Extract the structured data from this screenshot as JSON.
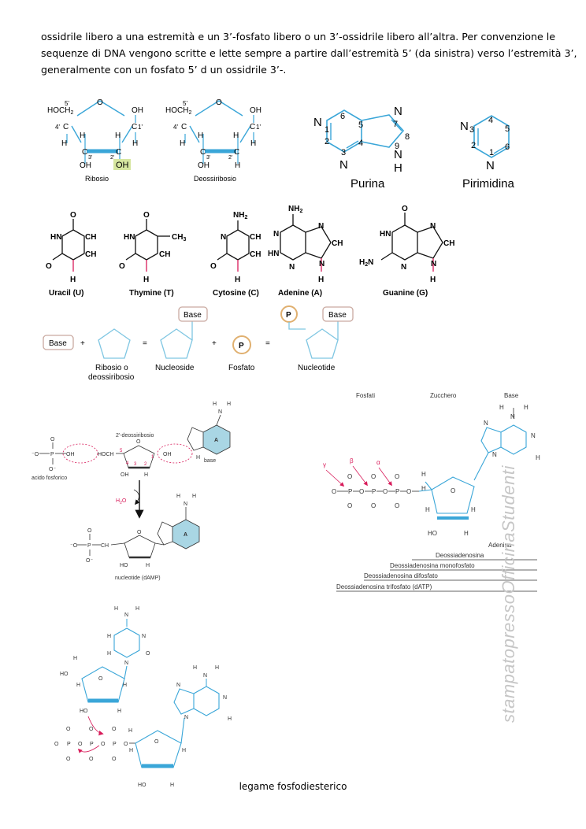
{
  "paragraph": {
    "lines": [
      "ossidrile libero a una estremità e un 3’-fosfato libero o un 3’-ossidrile libero all’altra. Per convenzione le",
      "sequenze di DNA vengono scritte e lette sempre a partire dall’estremità 5’ (da sinistra) verso l’estremità 3’,",
      "generalmente con un fosfato 5’ d un ossidrile 3’-."
    ]
  },
  "sugars": {
    "ribose_label": "Ribosio",
    "deoxyribose_label": "Deossiribosio",
    "hoch2": "HOCH",
    "sub2": "2",
    "o": "O",
    "oh": "OH",
    "h": "H",
    "c": "C",
    "p5": "5'",
    "p4": "4'",
    "p3": "3'",
    "p2": "2'",
    "p1": "1'"
  },
  "ring_skeletons": {
    "purine_label": "Purina",
    "pyrimidine_label": "Pirimidina",
    "n": "N",
    "h": "H",
    "nums": [
      "1",
      "2",
      "3",
      "4",
      "5",
      "6",
      "7",
      "8",
      "9"
    ]
  },
  "bases": {
    "uracil": "Uracil (U)",
    "thymine": "Thymine (T)",
    "cytosine": "Cytosine (C)",
    "adenine": "Adenine (A)",
    "guanine": "Guanine (G)",
    "atoms": {
      "O": "O",
      "N": "N",
      "H": "H",
      "C": "C",
      "CH": "CH",
      "HN": "HN",
      "NH2": "NH",
      "H2N": "H",
      "CH3": "CH",
      "three": "3",
      "two": "2"
    }
  },
  "equation": {
    "base": "Base",
    "plus": "+",
    "equals": "=",
    "sugar_label_1": "Ribosio o",
    "sugar_label_2": "deossiribosio",
    "nucleoside": "Nucleoside",
    "phosphate": "Fosfato",
    "phosphate_symbol": "P",
    "nucleotide": "Nucleotide"
  },
  "damp": {
    "deoxyribose_label": "2'-deossiribosio",
    "acid_label": "acido fosforico",
    "water": "H",
    "water_o": "O",
    "water_sub": "2",
    "base_label": "base",
    "a": "A",
    "nucleotide_label": "nucleotide (dAMP)",
    "oh": "OH",
    "hoch2": "HOCH",
    "ho": "HO",
    "h": "H",
    "o": "O",
    "p": "P",
    "n": "N",
    "ominus": "O",
    "ch2": "CH",
    "minus": "⁻"
  },
  "datp": {
    "col_phosphates": "Fosfati",
    "col_sugar": "Zucchero",
    "col_base": "Base",
    "gamma": "γ",
    "beta": "β",
    "alpha": "α",
    "ho": "HO",
    "adenine": "Adenina",
    "rows": [
      "Deossiadenosina",
      "Deossiadenosina monofosfato",
      "Deossiadenosina difosfato",
      "Deossiadenosina trifosfato (dATP)"
    ]
  },
  "bond": {
    "caption": "legame fosfodiesterico",
    "ho": "HO",
    "h": "H",
    "n": "N",
    "o": "O",
    "p": "P"
  },
  "watermark": "stampatopressoOfficinaStudenti",
  "colors": {
    "blue": "#3aa6d8",
    "red": "#d81b5a",
    "green_highlight": "#d6e6a0",
    "base_box": "#c9a9a0",
    "phosphate_circle": "#e0b070",
    "teal_fill": "#a9d6e4"
  }
}
